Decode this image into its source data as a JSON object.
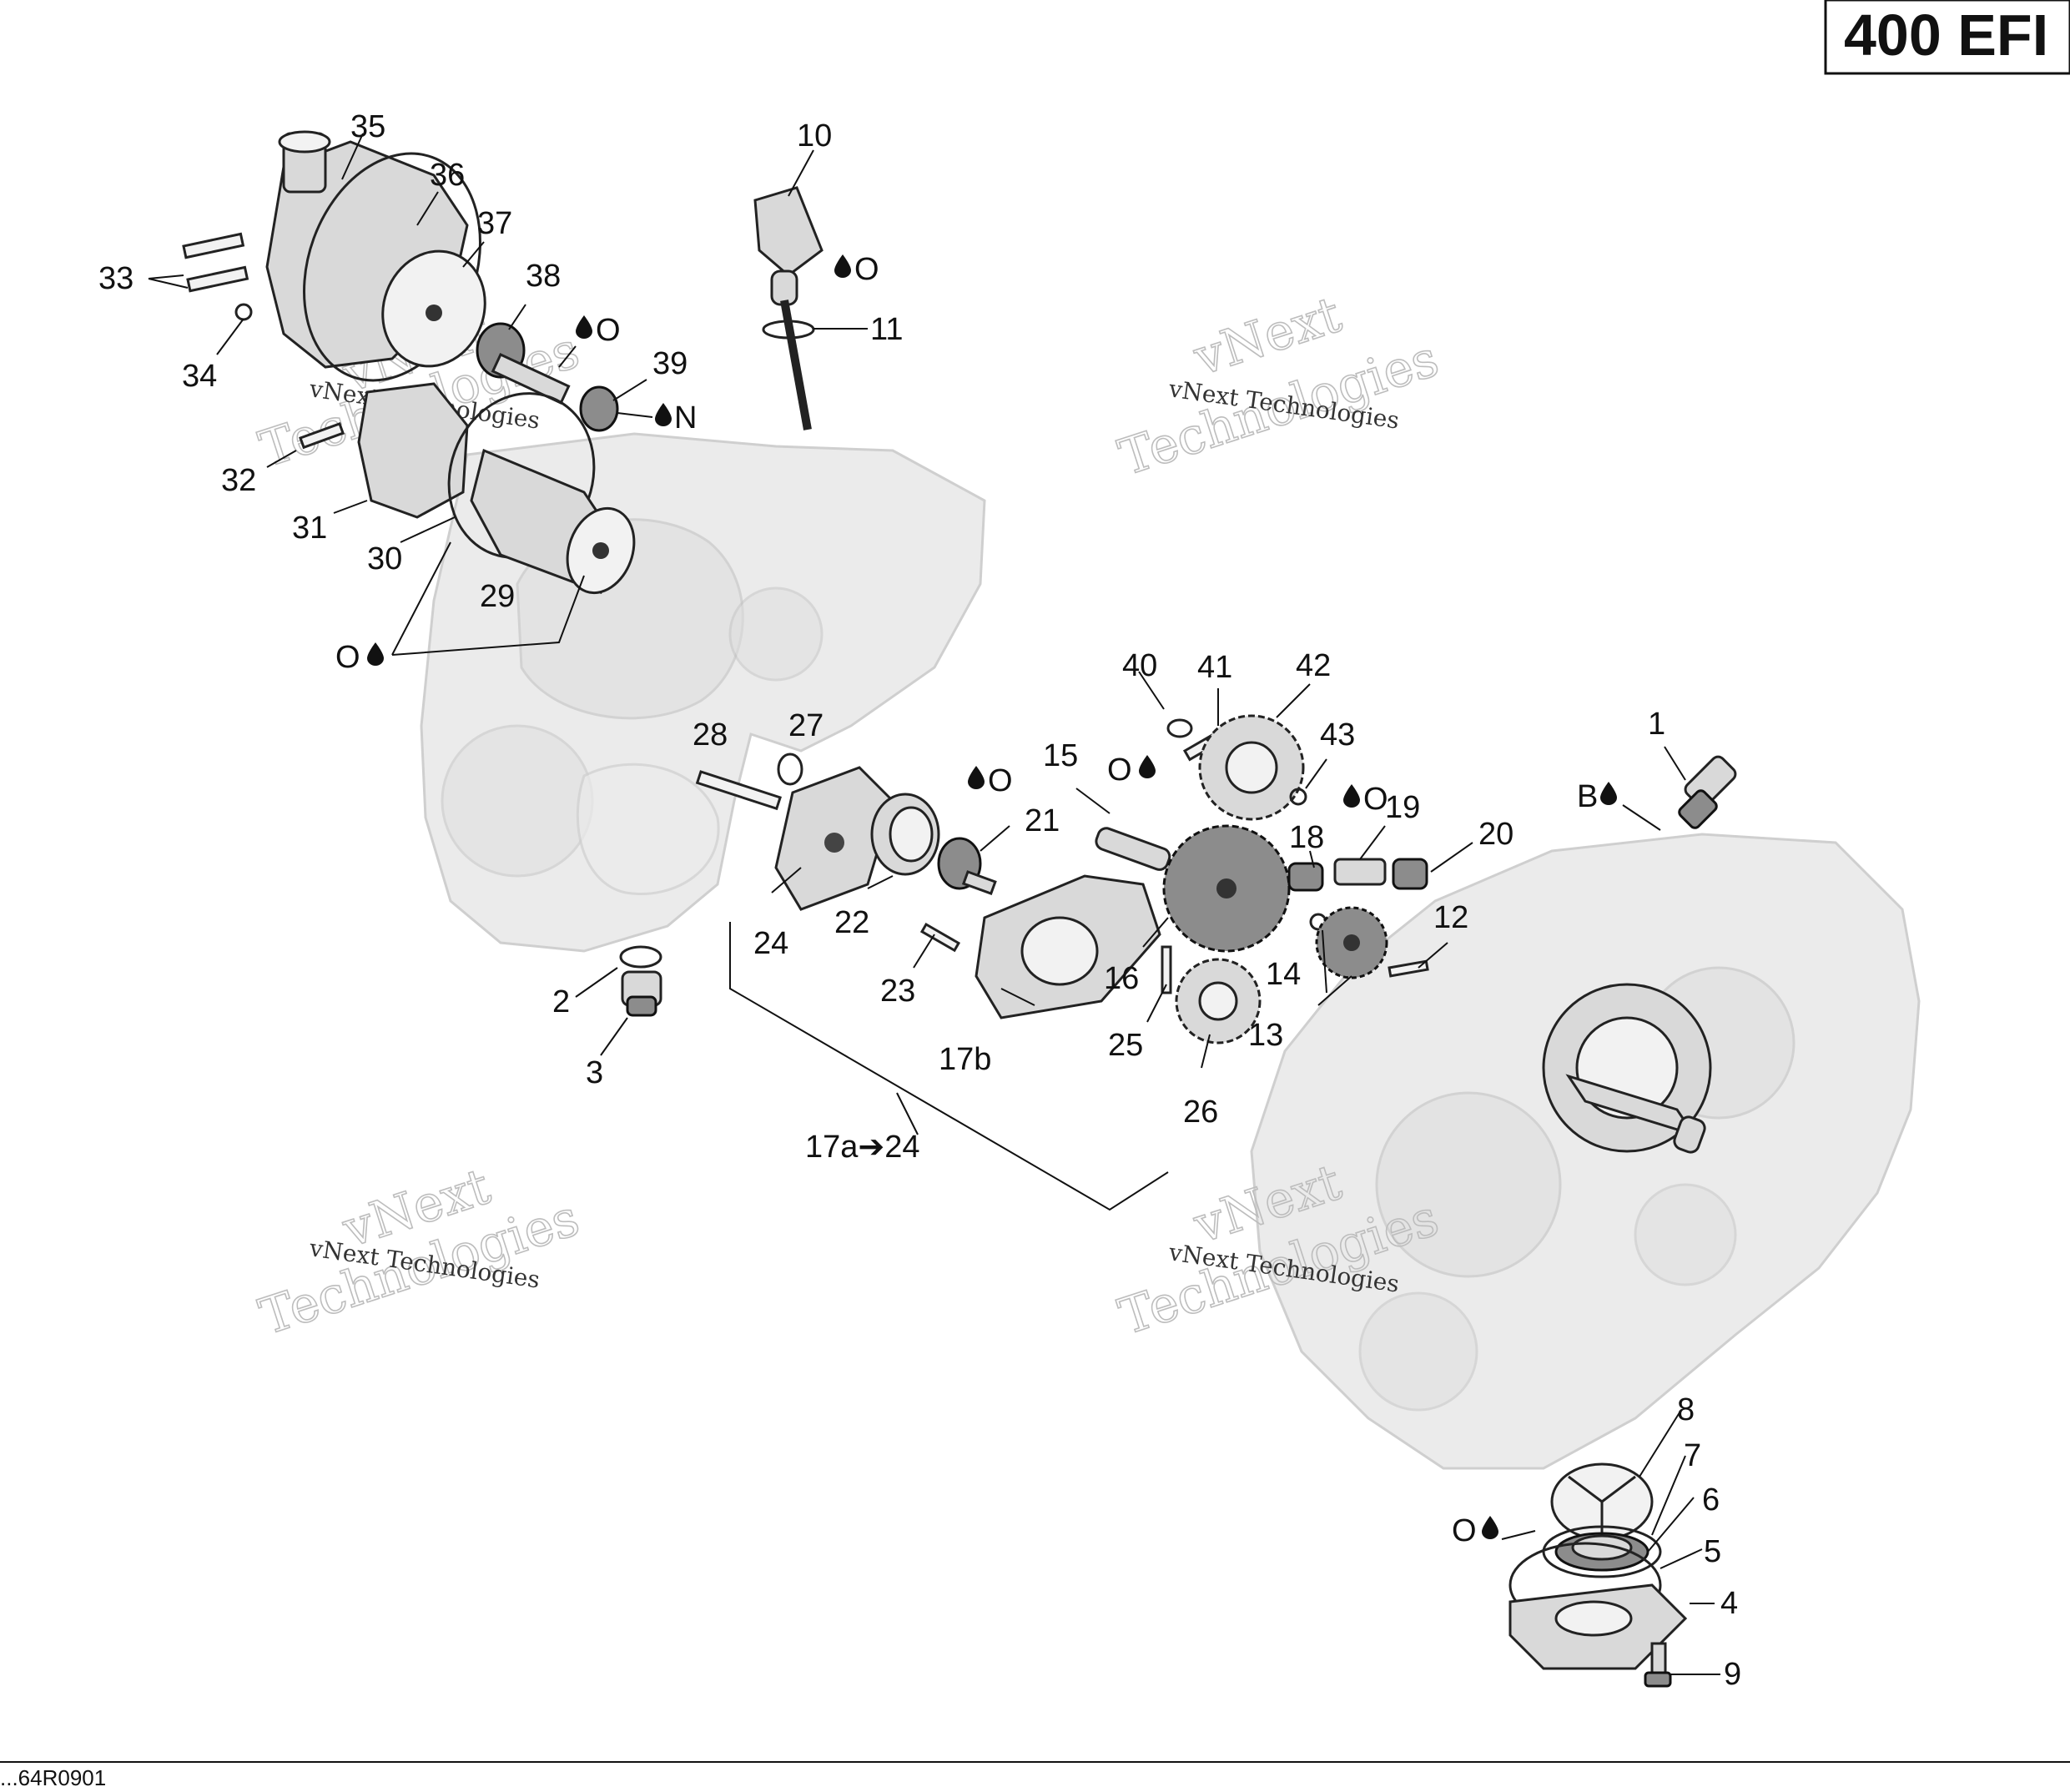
{
  "badge": {
    "label": "400 EFI"
  },
  "reference_code": "...64R0901",
  "watermark": {
    "line1": "vNext",
    "line2": "Technologies",
    "caption": "vNext Technologies"
  },
  "callouts": [
    "1",
    "2",
    "3",
    "4",
    "5",
    "6",
    "7",
    "8",
    "9",
    "10",
    "11",
    "12",
    "13",
    "14",
    "15",
    "16",
    "17b",
    "17a➔24",
    "18",
    "19",
    "20",
    "21",
    "22",
    "23",
    "24",
    "25",
    "26",
    "27",
    "28",
    "29",
    "30",
    "31",
    "32",
    "33",
    "34",
    "35",
    "36",
    "37",
    "38",
    "39",
    "40",
    "41",
    "42",
    "43"
  ],
  "lube_marks": {
    "oil": "O",
    "nut": "N",
    "bearing": "B"
  }
}
